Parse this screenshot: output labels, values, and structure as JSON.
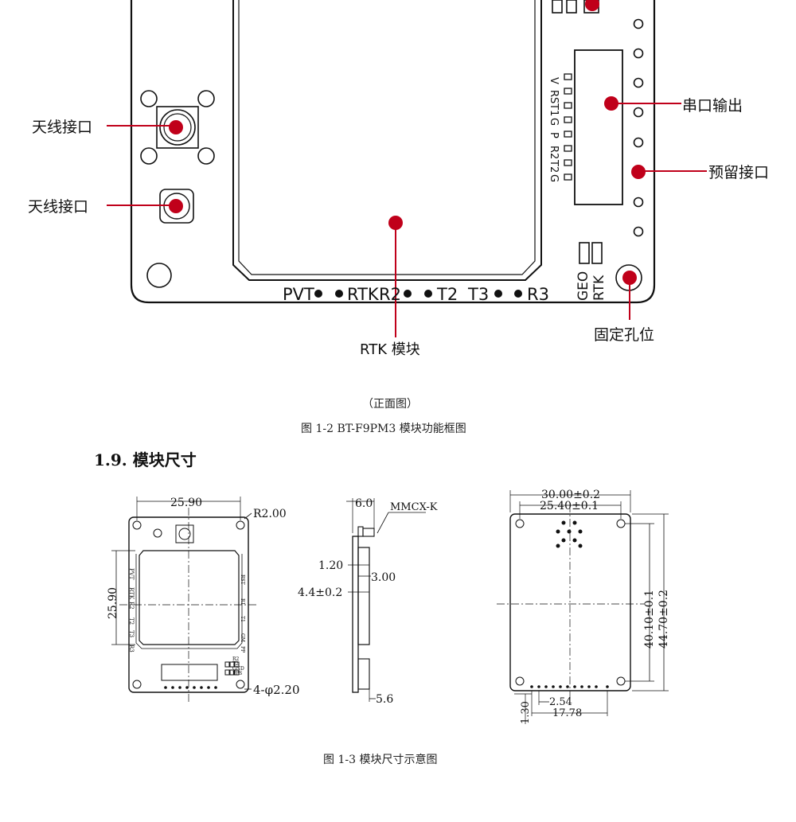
{
  "front_view": {
    "labels": {
      "antenna_top": "天线接口",
      "antenna_bottom": "天线接口",
      "serial_output": "串口输出",
      "reserved_port": "预留接口",
      "fixing_hole": "固定孔位",
      "rtk_module": "RTK 模块"
    },
    "led_labels": [
      "PVT",
      "RTK",
      "R2",
      "T2",
      "T3",
      "R3"
    ],
    "pin_labels": [
      "V",
      "RS",
      "T1",
      "G",
      "P",
      "R2",
      "T2",
      "G"
    ],
    "geo_label": "GEO",
    "rtk_label": "RTK",
    "accent_color": "#c0001a"
  },
  "caption_front": "（正面图）",
  "caption_fig12": "图 1-2 BT-F9PM3 模块功能框图",
  "section_heading": "1.9. 模块尺寸",
  "dimensions": {
    "view1": {
      "width": "25.90",
      "radius": "R2.00",
      "height": "25.90",
      "holes": "4-φ2.20",
      "side_labels": [
        "PVT",
        "RTK",
        "R2",
        "T2",
        "T3",
        "R3"
      ],
      "right_labels": [
        "RST",
        "R1",
        "T1",
        "GM",
        "PP",
        "R2",
        "T2",
        "GND",
        "PPS"
      ]
    },
    "view2": {
      "top": "6.0",
      "connector": "MMCX-K",
      "d1": "1.20",
      "d2": "3.00",
      "d3": "4.4±0.2",
      "bottom": "5.6"
    },
    "view3": {
      "outer_width": "30.00±0.2",
      "inner_width": "25.40±0.1",
      "inner_height": "40.10±0.1",
      "outer_height": "44.70±0.2",
      "pitch": "2.54",
      "pin_span": "17.78",
      "offset": "1.30"
    }
  },
  "caption_fig13": "图 1-3 模块尺寸示意图"
}
